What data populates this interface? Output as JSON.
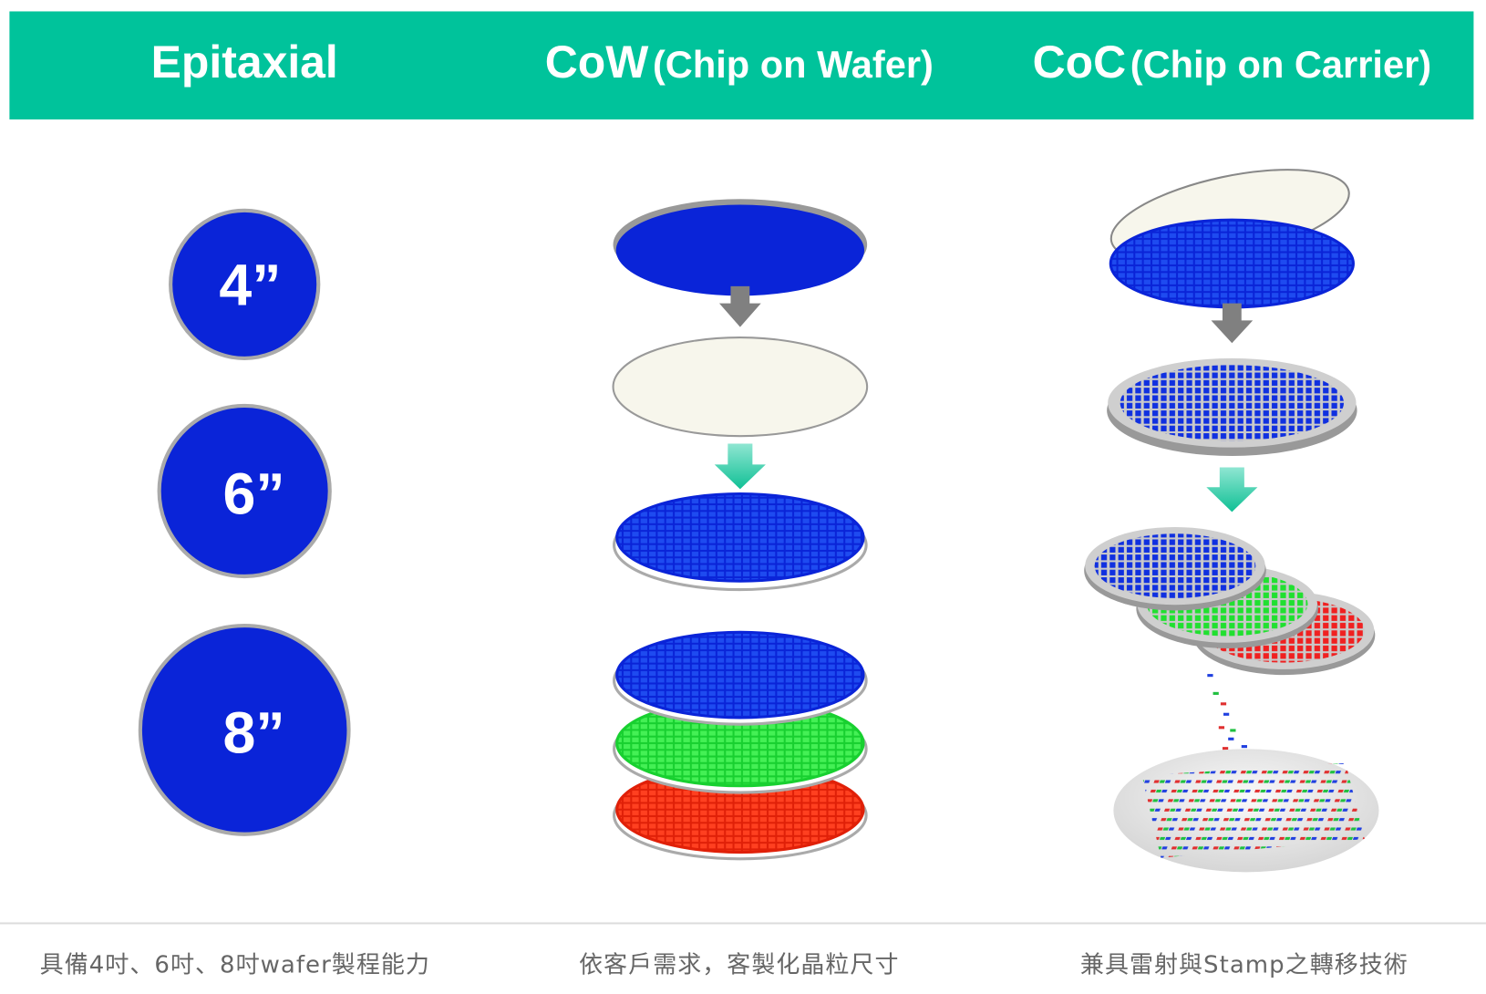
{
  "header": {
    "col1": {
      "title": "Epitaxial"
    },
    "col2": {
      "title": "CoW",
      "subtitle": "(Chip on Wafer)"
    },
    "col3": {
      "title": "CoC",
      "subtitle": "(Chip on Carrier)"
    }
  },
  "epitaxial": {
    "sizes": [
      "4”",
      "6”",
      "8”"
    ]
  },
  "captions": [
    "具備4吋、6吋、8吋wafer製程能力",
    "依客戶需求，客製化晶粒尺寸",
    "兼具雷射與Stamp之轉移技術"
  ],
  "colors": {
    "header": "#00C39B",
    "wafer_blue": "#0A24D8",
    "green": "#22E03A",
    "red": "#F02A10",
    "arrow_gray": "#808080",
    "arrow_teal": "#2ECDA8"
  }
}
